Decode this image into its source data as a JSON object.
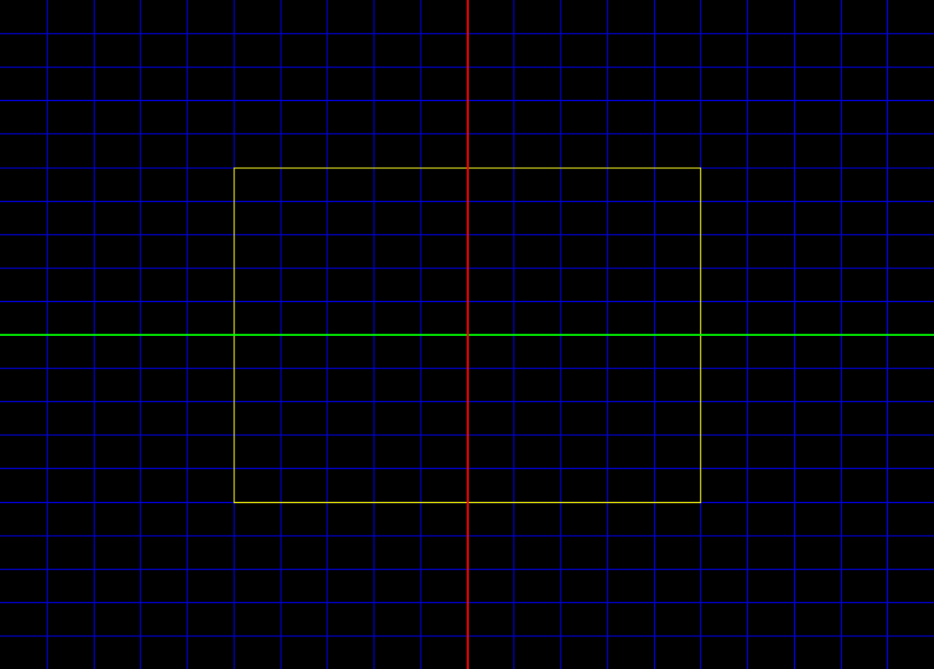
{
  "canvas": {
    "background_color": "#000000",
    "grid_color": "#0000dd",
    "vertical_axis_color": "#ff0000",
    "horizontal_axis_color": "#00ff00",
    "rectangle_color": "#e6e600",
    "grid_columns": 20,
    "grid_rows": 20,
    "rectangle_cells": {
      "col_start": 5,
      "col_end": 15,
      "row_start": 5,
      "row_end": 15
    }
  }
}
